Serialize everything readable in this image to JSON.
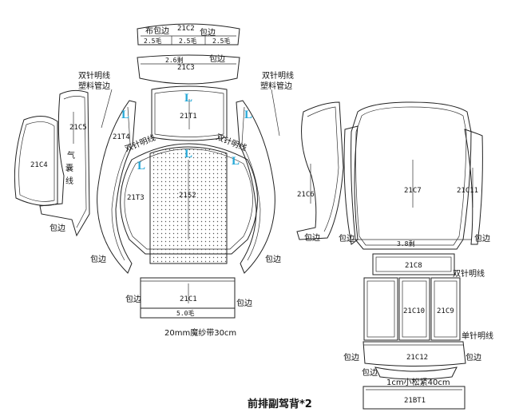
{
  "colors": {
    "line": "#222222",
    "grain": "#27a9d8",
    "mesh": "#555555"
  },
  "grain_mark": "L",
  "pieces": {
    "c1": "21C1",
    "c2": "21C2",
    "c3": "21C3",
    "c4": "21C4",
    "c5": "21C5",
    "c6": "21C6",
    "c7": "21C7",
    "c8": "21C8",
    "c9": "21C9",
    "c10": "21C10",
    "c11": "21C11",
    "c12": "21C12",
    "t1": "21T1",
    "t3": "21T3",
    "t4": "21T4",
    "s2": "21S2",
    "bt1": "21BT1"
  },
  "notes": {
    "bu_bao_bian": "布包边",
    "bao_bian": "包边",
    "shuang_zhen": "双针明线",
    "su_liao": "塑料管边",
    "qi_nang": "气",
    "qi_nang2": "囊",
    "qi_nang3": "线",
    "dan_zhen": "单针明线",
    "shuang_zhen_diag": "双针明线",
    "mesh_tape": "20mm魔纱带30cm",
    "elastic": "1cm小松紧40cm"
  },
  "dims": {
    "d25": "2.5毛",
    "d25b": "2.5毛",
    "d25c": "2.5毛",
    "d26": "2.6剩",
    "d38": "3.8剩",
    "d50": "5.0毛"
  },
  "title": "前排副驾背*2"
}
